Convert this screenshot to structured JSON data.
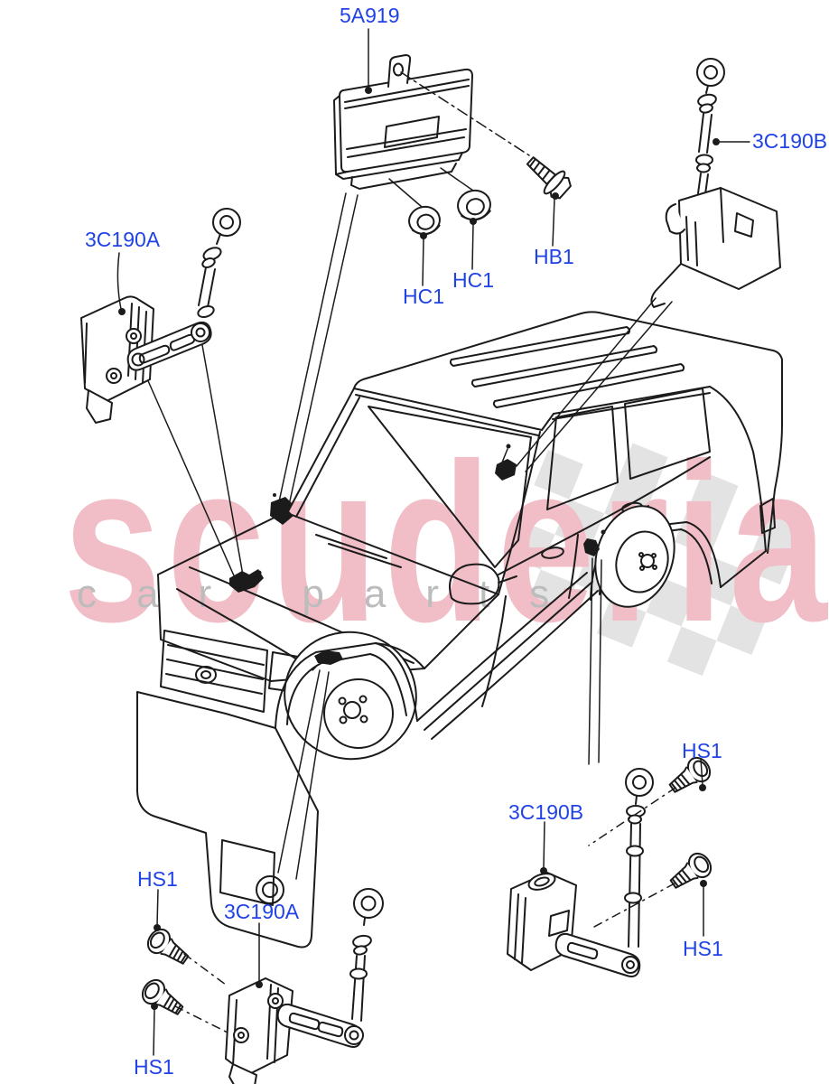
{
  "callouts": {
    "control_module": "5A919",
    "grommet_left": "HC1",
    "grommet_right": "HC1",
    "module_bolt": "HB1",
    "sensor_rear_upper": "3C190B",
    "sensor_front_upper": "3C190A",
    "sensor_front_lower": "3C190A",
    "front_screw_upper": "HS1",
    "front_screw_lower": "HS1",
    "sensor_rear_lower": "3C190B",
    "rear_screw_upper": "HS1",
    "rear_screw_lower": "HS1"
  },
  "watermark": {
    "brand": "scuderia",
    "tagline": "car parts"
  },
  "colors": {
    "callout_link": "#2043e6",
    "line_art": "#1b1b1b",
    "watermark_pink": "#f1bec7",
    "watermark_gray": "#bcbcbc",
    "checker_gray": "#e3e3e3"
  }
}
